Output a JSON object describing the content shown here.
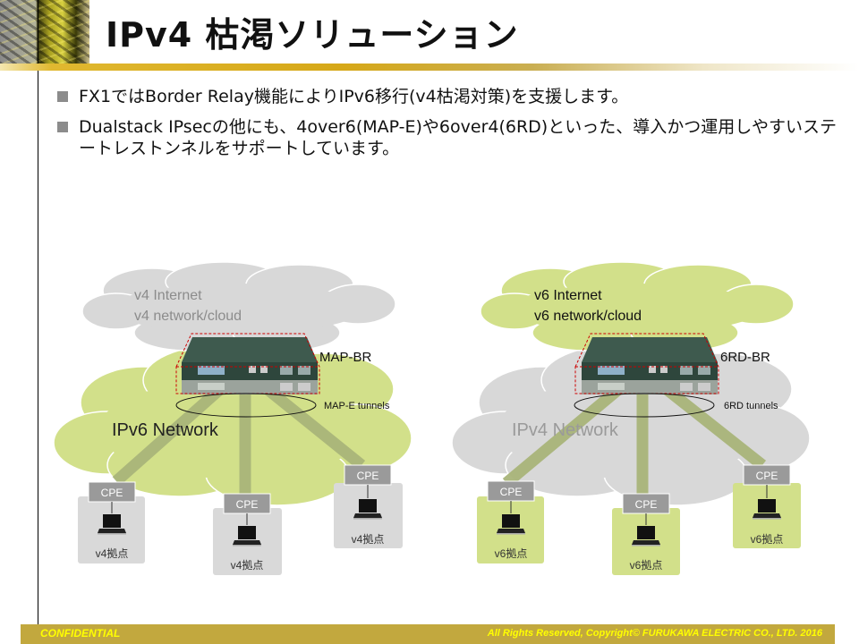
{
  "header": {
    "title": "IPv4 枯渇ソリューション"
  },
  "bullets": [
    "FX1ではBorder Relay機能によりIPv6移行(v4枯渇対策)を支援します。",
    "Dualstack IPsecの他にも、4over6(MAP-E)や6over4(6RD)といった、導入かつ運用しやすいステートレストンネルをサポートしています。"
  ],
  "diagrams": {
    "left": {
      "upper_cloud_line1": "v4 Internet",
      "upper_cloud_line2": "v4 network/cloud",
      "lower_cloud_label": "IPv6 Network",
      "router_label": "MAP-BR",
      "tunnel_label": "MAP-E tunnels",
      "cpe_label": "CPE",
      "sites": [
        "v4拠点",
        "v4拠点",
        "v4拠点"
      ]
    },
    "right": {
      "upper_cloud_line1": "v6 Internet",
      "upper_cloud_line2": "v6 network/cloud",
      "lower_cloud_label": "IPv4 Network",
      "router_label": "6RD-BR",
      "tunnel_label": "6RD tunnels",
      "cpe_label": "CPE",
      "sites": [
        "v6拠点",
        "v6拠点",
        "v6拠点"
      ]
    }
  },
  "colors": {
    "green_cloud": "#d2e08a",
    "gray_cloud": "#d8d8d8",
    "tunnel": "#a9b57a",
    "cpe_box": "#9a9a9a",
    "footer": "#c2a83e",
    "footer_text": "#ffff00"
  },
  "footer": {
    "confidential": "CONFIDENTIAL",
    "copyright": "All Rights Reserved,  Copyright© FURUKAWA  ELECTRIC  CO., LTD. 2016"
  }
}
